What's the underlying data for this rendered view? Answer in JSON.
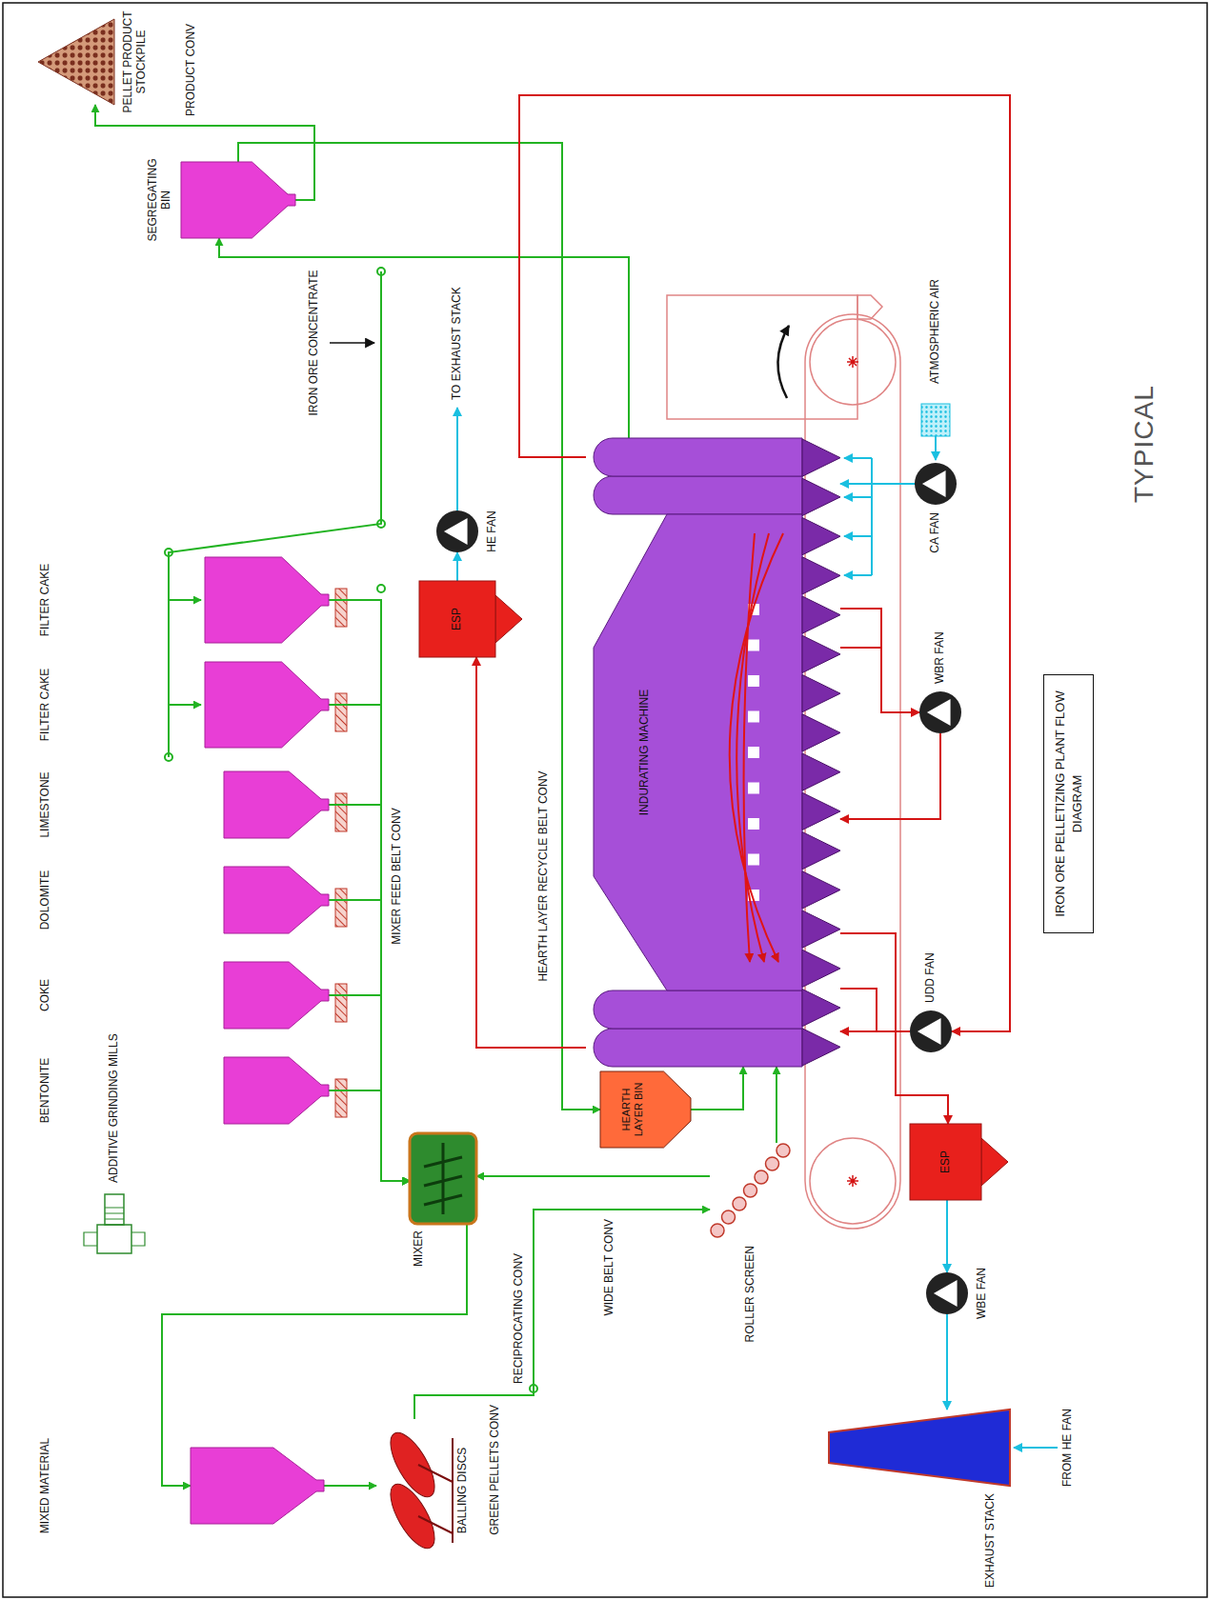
{
  "diagram": {
    "title": "IRON ORE PELLETIZING PLANT FLOW DIAGRAM",
    "nodes": [
      {
        "text": [
          "FILTER CAKE"
        ]
      },
      {
        "text": [
          "FILTER CAKE"
        ]
      },
      {
        "text": [
          "LIMESTONE"
        ]
      },
      {
        "text": [
          "DOLOMITE"
        ]
      },
      {
        "text": [
          "COKE"
        ]
      },
      {
        "text": [
          "BENTONITE"
        ]
      },
      {
        "text": [
          "MIXER"
        ]
      },
      {
        "text": [
          "MIXED MATERIAL"
        ]
      },
      {
        "text": [
          "BALLING DISCS"
        ]
      },
      {
        "text": [
          "ADDITIVE GRINDING MILLS"
        ]
      },
      {
        "text": [
          "ROLLER SCREEN"
        ]
      },
      {
        "text": [
          "HEARTH LAYER BIN"
        ]
      },
      {
        "text": [
          "INDURATING MACHINE"
        ]
      },
      {
        "text": [
          "ESP"
        ]
      },
      {
        "text": [
          "HE FAN"
        ]
      },
      {
        "text": [
          "UDD FAN"
        ]
      },
      {
        "text": [
          "WBR FAN"
        ]
      },
      {
        "text": [
          "CA FAN"
        ]
      },
      {
        "text": [
          "ESP"
        ]
      },
      {
        "text": [
          "WBE FAN"
        ]
      },
      {
        "text": [
          "EXHAUST STACK"
        ]
      },
      {
        "text": [
          "SEGREGATING BIN"
        ]
      },
      {
        "text": [
          "PELLET PRODUCT STOCKPILE"
        ]
      }
    ],
    "edges": [
      {
        "from": 0,
        "to": 6,
        "arrow": "to"
      },
      {
        "from": 1,
        "to": 6,
        "arrow": "to"
      },
      {
        "from": 2,
        "to": 6,
        "arrow": "to"
      },
      {
        "from": 3,
        "to": 6,
        "arrow": "to"
      },
      {
        "from": 4,
        "to": 6,
        "arrow": "to"
      },
      {
        "from": 5,
        "to": 6,
        "arrow": "to"
      },
      {
        "from": 6,
        "to": 7,
        "arrow": "to"
      },
      {
        "from": 7,
        "to": 8,
        "arrow": "to"
      },
      {
        "from": 8,
        "to": 10,
        "arrow": "to"
      },
      {
        "from": 10,
        "to": 6,
        "arrow": "to"
      },
      {
        "from": 10,
        "to": 12,
        "arrow": "to"
      },
      {
        "from": 11,
        "to": 12,
        "arrow": "to"
      },
      {
        "from": 12,
        "to": 21,
        "arrow": "to"
      },
      {
        "from": 21,
        "to": 22,
        "arrow": "to"
      },
      {
        "from": 21,
        "to": 11,
        "arrow": "to"
      },
      {
        "from": 12,
        "to": 13,
        "arrow": "to"
      },
      {
        "from": 13,
        "to": 14,
        "arrow": "to"
      },
      {
        "from": 12,
        "to": 15,
        "arrow": "to"
      },
      {
        "from": 15,
        "to": 12,
        "arrow": "to"
      },
      {
        "from": 12,
        "to": 18,
        "arrow": "to"
      },
      {
        "from": 18,
        "to": 19,
        "arrow": "to"
      },
      {
        "from": 19,
        "to": 20,
        "arrow": "to"
      },
      {
        "from": 12,
        "to": 16,
        "arrow": "to"
      },
      {
        "from": 16,
        "to": 12,
        "arrow": "to"
      },
      {
        "from": 17,
        "to": 12,
        "arrow": "to"
      }
    ],
    "labels": [
      "IRON ORE CONCENTRATE",
      "MIXER FEED BELT CONV",
      "HEARTH LAYER RECYCLE BELT CONV",
      "GREEN PELLETS CONV",
      "RECIPROCATING CONV",
      "WIDE BELT CONV",
      "PRODUCT CONV",
      "TO EXHAUST STACK",
      "ATMOSPHERIC AIR",
      "FROM HE FAN",
      "TYPICAL"
    ]
  }
}
